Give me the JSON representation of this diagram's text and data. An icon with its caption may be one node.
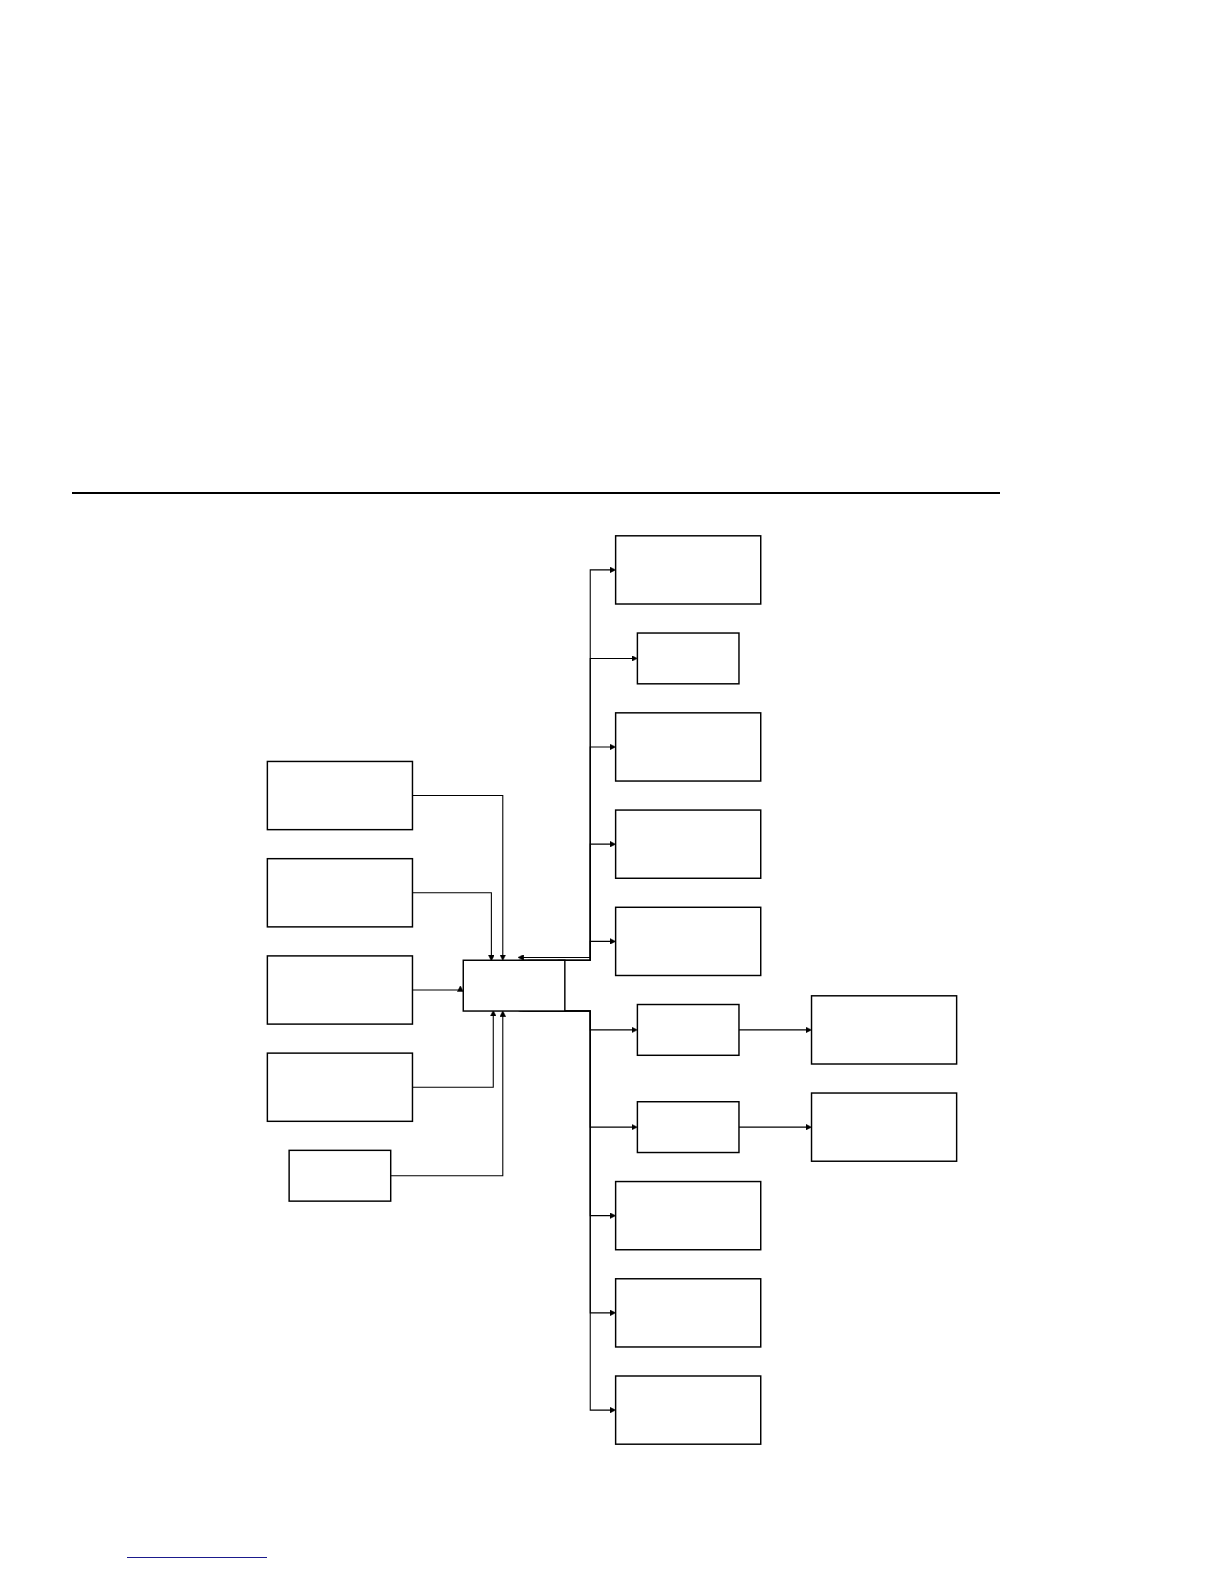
{
  "diagram": {
    "nodes": [
      {
        "text": [],
        "shape": "box"
      },
      {
        "text": [],
        "shape": "box"
      },
      {
        "text": [],
        "shape": "box"
      },
      {
        "text": [],
        "shape": "box"
      },
      {
        "text": [],
        "shape": "box"
      },
      {
        "text": [],
        "shape": "box"
      },
      {
        "text": [],
        "shape": "box"
      },
      {
        "text": [],
        "shape": "box"
      },
      {
        "text": [],
        "shape": "box"
      },
      {
        "text": [],
        "shape": "box"
      },
      {
        "text": [],
        "shape": "box"
      },
      {
        "text": [],
        "shape": "box"
      },
      {
        "text": [],
        "shape": "box"
      },
      {
        "text": [],
        "shape": "box"
      },
      {
        "text": [],
        "shape": "box"
      },
      {
        "text": [],
        "shape": "box"
      },
      {
        "text": [],
        "shape": "box"
      },
      {
        "text": [],
        "shape": "box"
      }
    ],
    "edges": [
      {
        "from": 0,
        "to": 5,
        "arrow": "to"
      },
      {
        "from": 1,
        "to": 5,
        "arrow": "to"
      },
      {
        "from": 2,
        "to": 5,
        "arrow": "to"
      },
      {
        "from": 3,
        "to": 5,
        "arrow": "to"
      },
      {
        "from": 5,
        "to": 4,
        "arrow": "to"
      },
      {
        "from": 6,
        "to": 5,
        "arrow": "to"
      },
      {
        "from": 5,
        "to": 7,
        "arrow": "both"
      },
      {
        "from": 5,
        "to": 8,
        "arrow": "to"
      },
      {
        "from": 5,
        "to": 9,
        "arrow": "to"
      },
      {
        "from": 5,
        "to": 10,
        "arrow": "to"
      },
      {
        "from": 5,
        "to": 11,
        "arrow": "to"
      },
      {
        "from": 11,
        "to": 12,
        "arrow": "to"
      },
      {
        "from": 5,
        "to": 13,
        "arrow": "to"
      },
      {
        "from": 13,
        "to": 14,
        "arrow": "to"
      },
      {
        "from": 5,
        "to": 15,
        "arrow": "to"
      },
      {
        "from": 5,
        "to": 16,
        "arrow": "to"
      },
      {
        "from": 5,
        "to": 17,
        "arrow": "to"
      }
    ]
  }
}
